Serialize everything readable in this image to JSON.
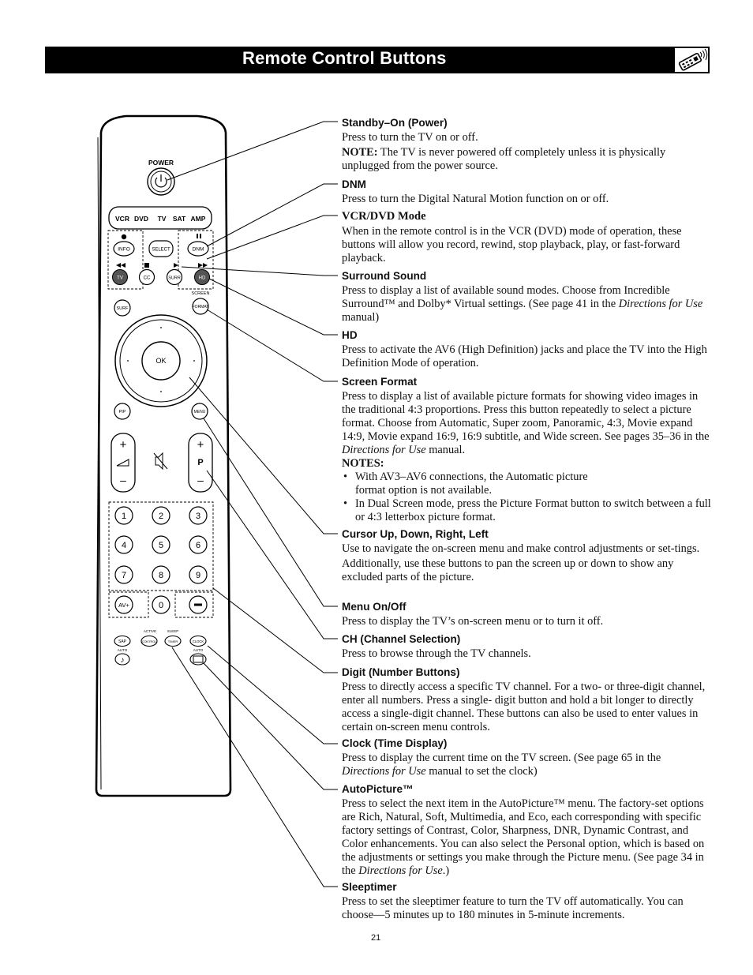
{
  "page": {
    "title": "Remote Control Buttons",
    "page_number": "21",
    "title_icon": "remote-control-icon"
  },
  "remote": {
    "power_label": "POWER",
    "modes": [
      "VCR",
      "DVD",
      "TV",
      "SAT",
      "AMP"
    ],
    "row1": [
      "INFO",
      "SELECT",
      "DNM"
    ],
    "row2": [
      "TV",
      "CC",
      "SURR",
      "HD"
    ],
    "screen_label": "SCREEN",
    "surf": "SURF",
    "format": "FORMAT",
    "ok": "OK",
    "pip": "PIP",
    "menu": "MENU",
    "volume_plus": "+",
    "volume_minus": "–",
    "p_plus": "+",
    "p_label": "P",
    "p_minus": "–",
    "digits": [
      "1",
      "2",
      "3",
      "4",
      "5",
      "6",
      "7",
      "8",
      "9"
    ],
    "avplus": "AV+",
    "zero": "0",
    "active_label": "ACTIVE",
    "sleep_label": "SLEEP",
    "sap": "SAP",
    "control": "CONTROL",
    "timer": "TIMER",
    "clock": "CLOCK",
    "auto1": "AUTO",
    "auto2": "AUTO"
  },
  "sections": [
    {
      "heading": "Standby–On (Power)",
      "lines": [
        "Press to turn the TV on or off."
      ],
      "note_label": "NOTE:",
      "note": " The TV is never powered off completely unless it is physically unplugged from the power source."
    },
    {
      "heading": "DNM",
      "text": "Press to turn the Digital Natural Motion function on or off."
    },
    {
      "heading": "VCR/DVD Mode",
      "text": "When in the remote control is in the VCR (DVD) mode of operation, these buttons will allow you record, rewind, stop playback, play, or fast-forward playback."
    },
    {
      "heading": "Surround Sound",
      "text_a": "Press to display a list of available sound modes. Choose from Incredible Surround™ and Dolby* Virtual settings. (See page 41 in the ",
      "text_i": "Directions for Use",
      "text_b": " manual)"
    },
    {
      "heading": "HD",
      "text": "Press to activate the AV6 (High Definition) jacks and place the TV into the High Definition Mode of operation."
    },
    {
      "heading": "Screen Format",
      "text_a": "Press to display a list of available picture formats for showing video images in the traditional 4:3 proportions. Press this button repeatedly to select a picture format. Choose from Automatic, Super zoom, Panoramic, 4:3, Movie expand 14:9, Movie expand 16:9, 16:9 subtitle, and Wide screen. See pages 35–36 in the ",
      "text_i": "Directions for Use",
      "text_b": " manual.",
      "notes_label": "NOTES:",
      "bullets": [
        "With AV3–AV6 connections, the Automatic picture format option is not available.",
        "In Dual Screen mode, press the Picture Format button to switch between a full or 4:3 letterbox picture format."
      ]
    },
    {
      "heading": "Cursor Up, Down, Right, Left",
      "text": "Use to navigate the on-screen menu and make control adjustments or set-tings.",
      "text2": "Additionally, use these buttons to pan the screen up or down to show any excluded parts of the picture."
    },
    {
      "heading": "Menu On/Off",
      "text": "Press to display the TV’s on-screen menu or to turn it off."
    },
    {
      "heading": "CH (Channel Selection)",
      "text": "Press to browse through the TV channels."
    },
    {
      "heading": "Digit (Number Buttons)",
      "text": "Press to directly access a specific TV channel. For a two- or three-digit channel, enter all numbers. Press a single- digit button and hold a bit longer to directly access a single-digit channel. These buttons can also be used to enter values in certain on-screen menu controls."
    },
    {
      "heading": "Clock (Time Display)",
      "text_a": "Press to display the current time on the TV screen.  (See page 65 in the ",
      "text_i": "Directions for Use",
      "text_b": " manual to set the clock)"
    },
    {
      "heading": "AutoPicture™",
      "text_a": "Press to select the next item in the AutoPicture™ menu. The factory-set options are Rich, Natural, Soft, Multimedia, and Eco, each corresponding with specific factory settings of Contrast, Color, Sharpness, DNR, Dynamic Contrast, and Color enhancements. You can also select the Personal option, which is based on the adjustments or settings you make through the Picture menu. (See page 34 in the ",
      "text_i": "Directions for Use",
      "text_b": ".)"
    },
    {
      "heading": "Sleeptimer",
      "text": "Press to set the sleeptimer feature to turn the TV off automatically. You can choose—5 minutes up to 180 minutes in 5-minute increments."
    }
  ]
}
